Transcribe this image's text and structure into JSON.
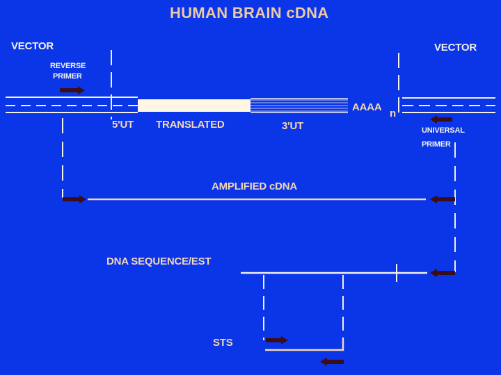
{
  "title": "HUMAN BRAIN cDNA",
  "labels": {
    "vector_left": "VECTOR",
    "vector_right": "VECTOR",
    "reverse_primer_line1": "REVERSE",
    "reverse_primer_line2": "PRIMER",
    "five_ut": "5'UT",
    "translated": "TRANSLATED",
    "three_ut": "3'UT",
    "poly_a": "AAAA",
    "poly_a_sub": "n",
    "universal_primer_line1": "UNIVERSAL",
    "universal_primer_line2": "PRIMER",
    "amplified_cdna": "AMPLIFIED cDNA",
    "dna_sequence_est": "DNA SEQUENCE/EST",
    "sts": "STS"
  },
  "colors": {
    "background": "#0a36e8",
    "line": "#f4d6b8",
    "white_line": "#f2f0ea",
    "insert": "#fff6e4",
    "utr_stripe": "#9aa6e6",
    "primer_arrow": "#3a0e18"
  }
}
